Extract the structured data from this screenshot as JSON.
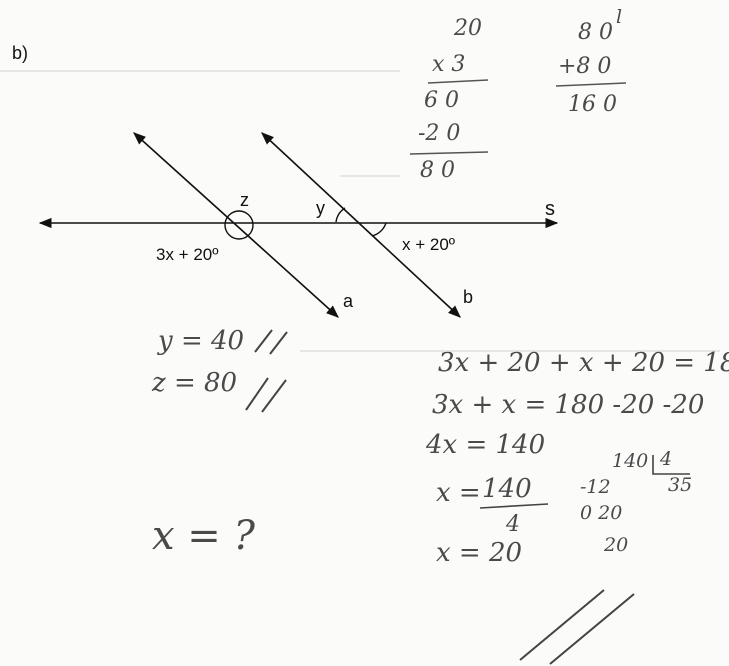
{
  "problem": {
    "label": "b)",
    "diagram": {
      "line_s": "s",
      "line_a": "a",
      "line_b": "b",
      "angle_z": "z",
      "angle_y": "y",
      "angle_left_expr": "3x + 20º",
      "angle_right_expr": "x + 20º"
    }
  },
  "scratch_top": {
    "col1": [
      "20",
      "x 3",
      "6 0",
      "-2 0",
      "8 0"
    ],
    "col2": [
      "8 0",
      "+8 0",
      "16 0"
    ],
    "superscript": "l"
  },
  "answers_left": {
    "y_line": "y = 40",
    "z_line": "z = 80",
    "question": "x = ?"
  },
  "solution": {
    "eq1": "3x + 20 + x + 20 = 18",
    "eq2": "3x + x = 180 -20 -20",
    "eq3": "4x = 140",
    "eq4_left": "x =",
    "eq4_num": "140",
    "eq4_den": "4",
    "eq5": "x = 20"
  },
  "division": {
    "dividend": "140",
    "divisor": "4",
    "quotient": "35",
    "step1": "-12",
    "step2": "0 20",
    "step3": "20"
  }
}
